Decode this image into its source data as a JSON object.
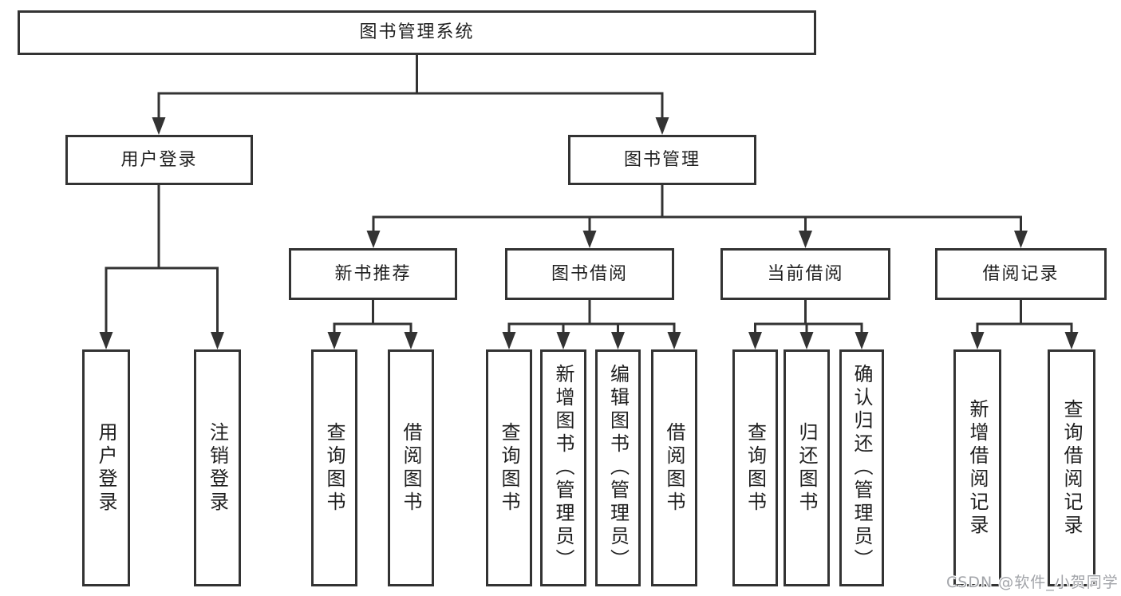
{
  "diagram": {
    "title": "图书管理系统",
    "watermark": "CSDN @软件_小贺同学",
    "nodes": [
      {
        "id": "root",
        "label": "图书管理系统",
        "vertical": false
      },
      {
        "id": "user-login",
        "label": "用户登录",
        "vertical": false
      },
      {
        "id": "book-mgmt",
        "label": "图书管理",
        "vertical": false
      },
      {
        "id": "new-book-rec",
        "label": "新书推荐",
        "vertical": false
      },
      {
        "id": "book-borrow",
        "label": "图书借阅",
        "vertical": false
      },
      {
        "id": "current-borrow",
        "label": "当前借阅",
        "vertical": false
      },
      {
        "id": "borrow-records",
        "label": "借阅记录",
        "vertical": false
      },
      {
        "id": "leaf-user-login",
        "label": "用户登录",
        "vertical": true
      },
      {
        "id": "leaf-logout",
        "label": "注销登录",
        "vertical": true
      },
      {
        "id": "leaf-query-book-rec",
        "label": "查询图书",
        "vertical": true
      },
      {
        "id": "leaf-borrow-book-rec",
        "label": "借阅图书",
        "vertical": true
      },
      {
        "id": "leaf-query-book-borrow",
        "label": "查询图书",
        "vertical": true
      },
      {
        "id": "leaf-add-book",
        "label": "新增图书（管理员）",
        "vertical": true
      },
      {
        "id": "leaf-edit-book",
        "label": "编辑图书（管理员）",
        "vertical": true
      },
      {
        "id": "leaf-borrow-book",
        "label": "借阅图书",
        "vertical": true
      },
      {
        "id": "leaf-query-book-current",
        "label": "查询图书",
        "vertical": true
      },
      {
        "id": "leaf-return-book",
        "label": "归还图书",
        "vertical": true
      },
      {
        "id": "leaf-confirm-return",
        "label": "确认归还（管理员）",
        "vertical": true
      },
      {
        "id": "leaf-add-borrow-record",
        "label": "新增借阅记录",
        "vertical": true
      },
      {
        "id": "leaf-query-borrow-record",
        "label": "查询借阅记录",
        "vertical": true
      }
    ],
    "edges": [
      {
        "from": "root",
        "to": [
          "user-login",
          "book-mgmt"
        ]
      },
      {
        "from": "user-login",
        "to": [
          "leaf-user-login",
          "leaf-logout"
        ]
      },
      {
        "from": "book-mgmt",
        "to": [
          "new-book-rec",
          "book-borrow",
          "current-borrow",
          "borrow-records"
        ]
      },
      {
        "from": "new-book-rec",
        "to": [
          "leaf-query-book-rec",
          "leaf-borrow-book-rec"
        ]
      },
      {
        "from": "book-borrow",
        "to": [
          "leaf-query-book-borrow",
          "leaf-add-book",
          "leaf-edit-book",
          "leaf-borrow-book"
        ]
      },
      {
        "from": "current-borrow",
        "to": [
          "leaf-query-book-current",
          "leaf-return-book",
          "leaf-confirm-return"
        ]
      },
      {
        "from": "borrow-records",
        "to": [
          "leaf-add-borrow-record",
          "leaf-query-borrow-record"
        ]
      }
    ],
    "colors": {
      "line": "#333333",
      "border": "#333333",
      "text": "#1f1f1f",
      "background": "#ffffff",
      "watermark_text": "#a2a4a9"
    }
  }
}
